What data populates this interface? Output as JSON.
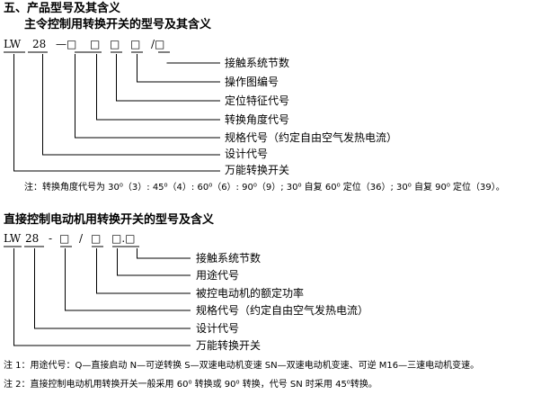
{
  "section_title": "五、产品型号及其含义",
  "d1": {
    "title": "主令控制用转换开关的型号及其含义",
    "code": [
      "LW",
      "28",
      "—□",
      "□",
      "□",
      "□",
      "/□"
    ],
    "labels": [
      "接触系统节数",
      "操作图编号",
      "定位特征代号",
      "转换角度代号",
      "规格代号（约定自由空气发热电流）",
      "设计代号",
      "万能转换开关"
    ],
    "note": "注：转换角度代号为 30⁰（3）: 45⁰（4）: 60⁰（6）: 90⁰（9）; 30⁰ 自复 60⁰ 定位（36）; 30⁰ 自复 90⁰ 定位（39）。"
  },
  "d2": {
    "title": "直接控制电动机用转换开关的型号及含义",
    "code": [
      "LW",
      "28",
      "-",
      "□",
      "/",
      "□",
      "□.□"
    ],
    "labels": [
      "接触系统节数",
      "用途代号",
      "被控电动机的额定功率",
      "规格代号（约定自由空气发热电流）",
      "设计代号",
      "万能转换开关"
    ],
    "note1": "注 1：用途代号：Q—直接启动  N—可逆转换  S—双速电动机变速  SN—双速电动机变速、可逆 M16—三速电动机变速。",
    "note2": "注 2：直接控制电动机用转换开关一般采用 60⁰ 转换或 90⁰ 转换，代号 SN 时采用 45⁰转换。"
  }
}
